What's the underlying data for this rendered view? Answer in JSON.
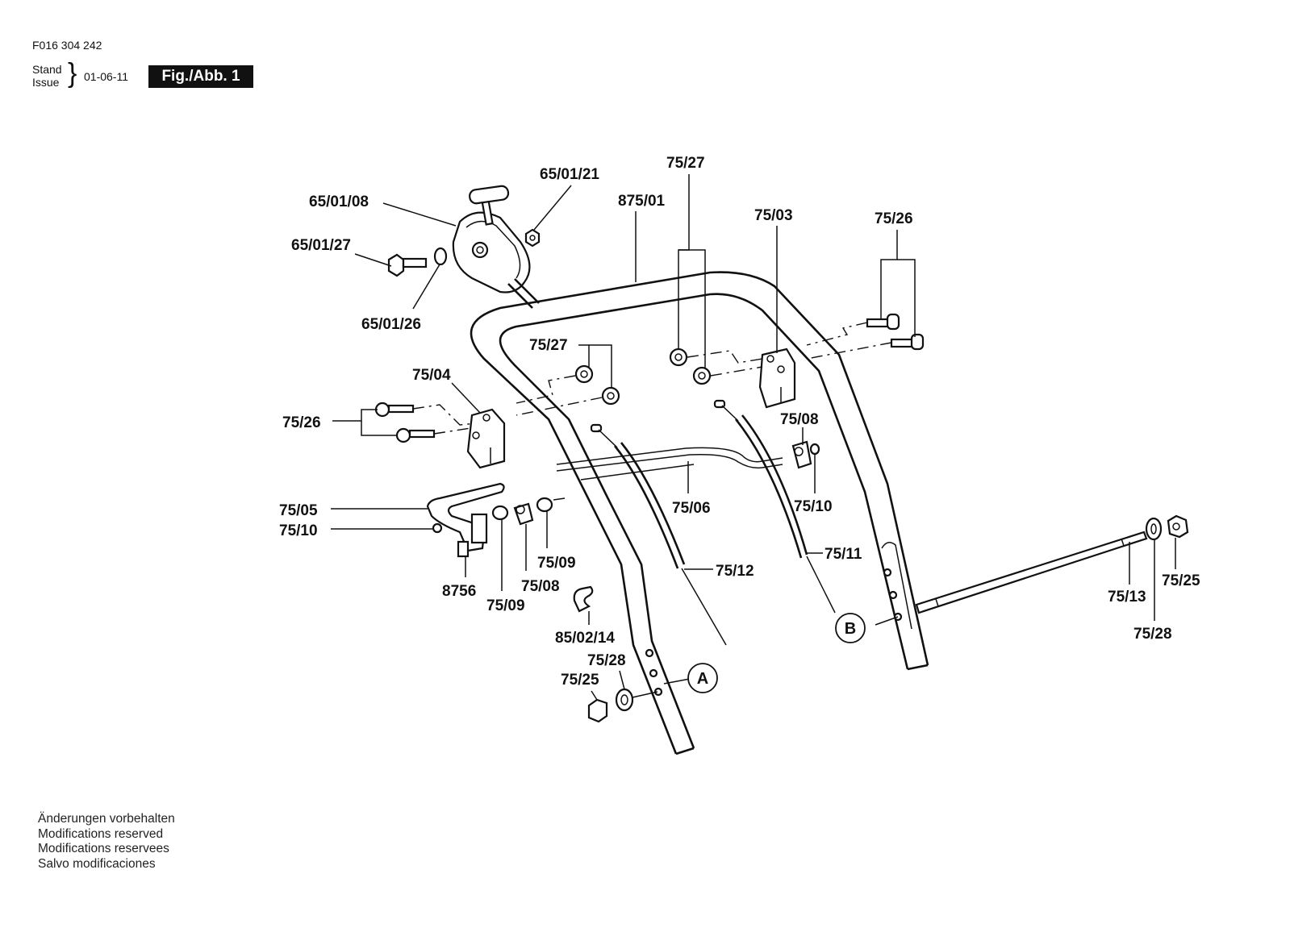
{
  "header": {
    "part_number": "F016 304 242",
    "stand_label": "Stand",
    "issue_label": "Issue",
    "date": "01-06-11",
    "figure_badge": "Fig./Abb. 1"
  },
  "diagram": {
    "callouts": {
      "c650108": "65/01/08",
      "c650121": "65/01/21",
      "c650127": "65/01/27",
      "c650126": "65/01/26",
      "c87501": "875/01",
      "c7527_top": "75/27",
      "c7503": "75/03",
      "c7526_right": "75/26",
      "c7527_mid": "75/27",
      "c7504": "75/04",
      "c7526_left": "75/26",
      "c7508_right": "75/08",
      "c7505": "75/05",
      "c7510_left": "75/10",
      "c7506": "75/06",
      "c7510_right": "75/10",
      "c7509_upper": "75/09",
      "c7511": "75/11",
      "c7512": "75/12",
      "c8756": "8756",
      "c7508_left": "75/08",
      "c7509_lower": "75/09",
      "c850214": "85/02/14",
      "c7528_left": "75/28",
      "c7525_left": "75/25",
      "c7513": "75/13",
      "c7525_right": "75/25",
      "c7528_right": "75/28"
    },
    "markers": {
      "a": "A",
      "b": "B"
    }
  },
  "footer": {
    "notes": [
      "Änderungen vorbehalten",
      "Modifications reserved",
      "Modifications reservees",
      "Salvo modificaciones"
    ]
  }
}
